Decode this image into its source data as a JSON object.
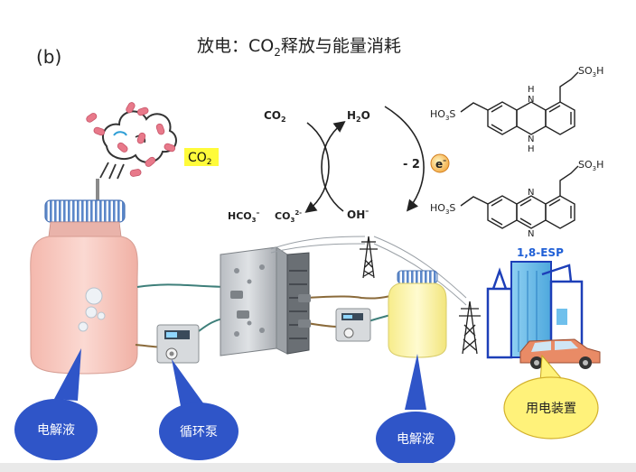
{
  "panel_label": "(b)",
  "title": {
    "prefix": "放电：CO",
    "sub": "2",
    "suffix": "释放与能量消耗"
  },
  "co2_tag": {
    "main": "CO",
    "sub": "2"
  },
  "reaction": {
    "top_left": {
      "main": "CO",
      "sub": "2"
    },
    "top_right": {
      "main": "H",
      "sub": "2",
      "tail": "O"
    },
    "bottom_left_1": {
      "main": "HCO",
      "sub": "3",
      "sup": "–"
    },
    "bottom_left_2": {
      "main": "CO",
      "sub": "3",
      "sup": "2-"
    },
    "bottom_right": {
      "main": "OH",
      "sup": "–"
    },
    "electron_count": "- 2",
    "electron": "e",
    "electron_sup": "–"
  },
  "molecules": {
    "top": {
      "left_group": "HO",
      "left_sub": "3",
      "left_tail": "S",
      "right_group": "SO",
      "right_sub": "3",
      "right_tail": "H",
      "n1": "N",
      "n1_h": "H",
      "n2": "N",
      "n2_h": "H"
    },
    "bottom": {
      "left_group": "HO",
      "left_sub": "3",
      "left_tail": "S",
      "right_group": "SO",
      "right_sub": "3",
      "right_tail": "H",
      "n1": "N",
      "n2": "N"
    },
    "name": "1,8-ESP"
  },
  "callouts": {
    "electrolyte_left": "电解液",
    "pump": "循环泵",
    "electrolyte_right": "电解液",
    "device": "用电装置"
  },
  "colors": {
    "callout_blue": "#2f55c8",
    "device_yellow": "#fff27a",
    "co2_highlight": "#fffb3a",
    "esp_blue": "#1f5fd6",
    "tank_left": "#f7c9c0",
    "tank_right": "#fdf6a8",
    "lid_stripe": "#5b87c9"
  }
}
